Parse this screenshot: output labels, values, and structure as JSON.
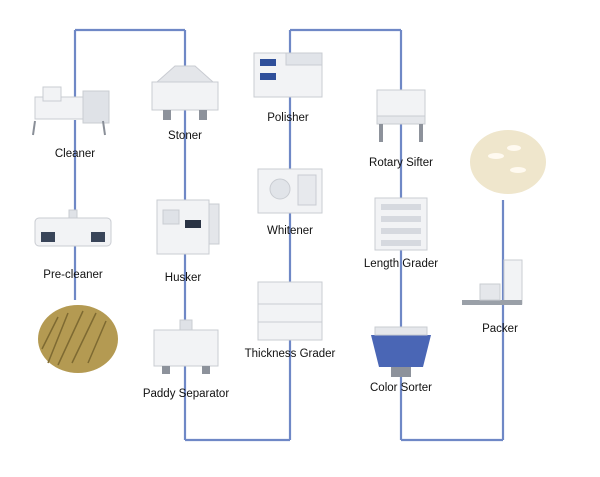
{
  "colors": {
    "flow_line": "#6f88c6",
    "machine_body": "#f2f3f5",
    "machine_shadow": "#c9ccd2",
    "machine_accent": "#2f4f9a",
    "paddy": "#b49a52",
    "rice": "#efe6cc"
  },
  "nodes": [
    {
      "id": "cleaner",
      "label": "Cleaner",
      "icon": "cleaner-machine-icon"
    },
    {
      "id": "stoner",
      "label": "Stoner",
      "icon": "stoner-machine-icon"
    },
    {
      "id": "polisher",
      "label": "Polisher",
      "icon": "polisher-machine-icon"
    },
    {
      "id": "rotary_sifter",
      "label": "Rotary Sifter",
      "icon": "rotary-sifter-machine-icon"
    },
    {
      "id": "pre_cleaner",
      "label": "Pre-cleaner",
      "icon": "pre-cleaner-machine-icon"
    },
    {
      "id": "husker",
      "label": "Husker",
      "icon": "husker-machine-icon"
    },
    {
      "id": "whitener",
      "label": "Whitener",
      "icon": "whitener-machine-icon"
    },
    {
      "id": "length_grader",
      "label": "Length Grader",
      "icon": "length-grader-machine-icon"
    },
    {
      "id": "packer",
      "label": "Packer",
      "icon": "packer-machine-icon"
    },
    {
      "id": "thickness_grader",
      "label": "Thickness Grader",
      "icon": "thickness-grader-machine-icon"
    },
    {
      "id": "paddy_separator",
      "label": "Paddy Separator",
      "icon": "paddy-separator-machine-icon"
    },
    {
      "id": "color_sorter",
      "label": "Color Sorter",
      "icon": "color-sorter-machine-icon"
    },
    {
      "id": "paddy_input",
      "label": "",
      "icon": "paddy-grain-photo"
    },
    {
      "id": "rice_output",
      "label": "",
      "icon": "white-rice-photo"
    }
  ]
}
